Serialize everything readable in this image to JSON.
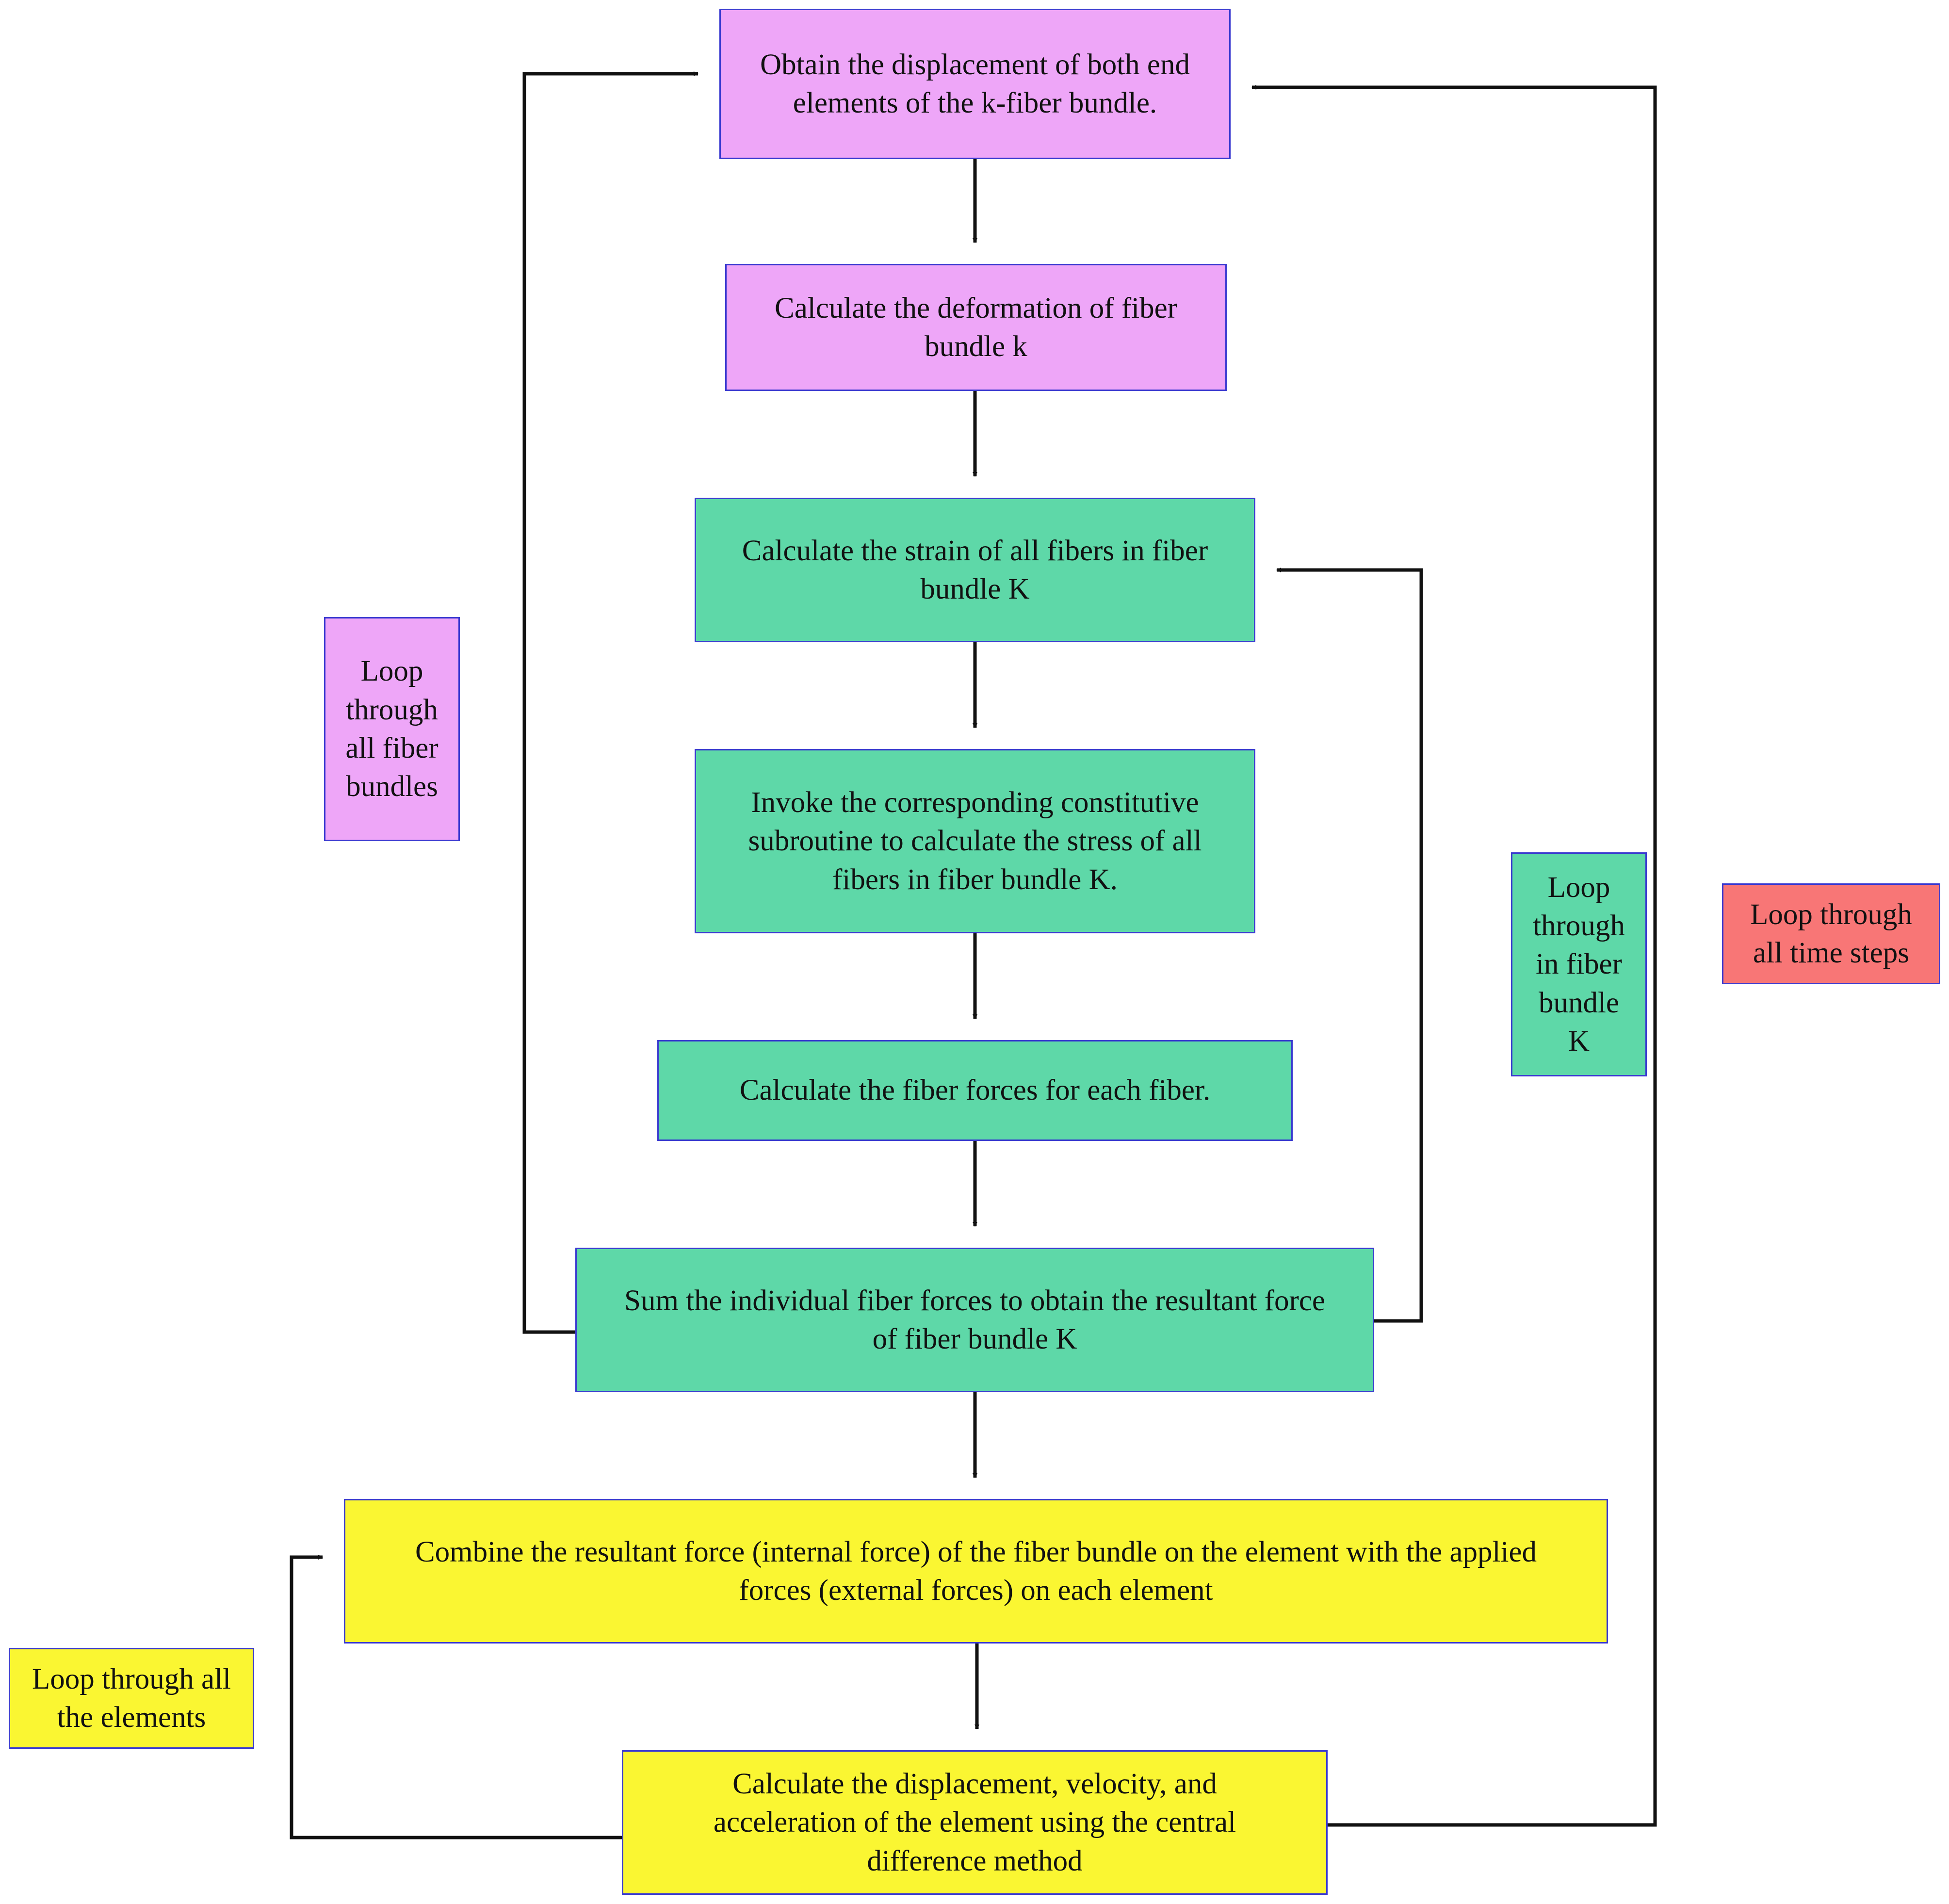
{
  "colors": {
    "pink": "#eea6f8",
    "green": "#5ed8a8",
    "yellow": "#faf632",
    "red": "#f87676",
    "border": "#3a3ad0",
    "arrow": "#111111"
  },
  "nodes": [
    {
      "id": "obtain-displacement",
      "color": "pink",
      "lines": [
        "Obtain the displacement of both end",
        "elements of the k-fiber bundle."
      ]
    },
    {
      "id": "calculate-deformation",
      "color": "pink",
      "lines": [
        "Calculate the deformation of fiber",
        "bundle k"
      ]
    },
    {
      "id": "calculate-strain",
      "color": "green",
      "lines": [
        "Calculate the strain of all fibers in fiber",
        "bundle K"
      ]
    },
    {
      "id": "invoke-constitutive",
      "color": "green",
      "lines": [
        "Invoke the corresponding constitutive",
        "subroutine to calculate the stress of all",
        "fibers in fiber bundle K."
      ]
    },
    {
      "id": "calculate-fiber-forces",
      "color": "green",
      "lines": [
        "Calculate the fiber forces for each fiber."
      ]
    },
    {
      "id": "sum-fiber-forces",
      "color": "green",
      "lines": [
        "Sum the individual fiber forces to obtain the resultant force",
        "of fiber bundle K"
      ]
    },
    {
      "id": "combine-forces",
      "color": "yellow",
      "lines": [
        "Combine the resultant force (internal force) of the fiber bundle on the element with the applied",
        "forces (external forces) on each element"
      ]
    },
    {
      "id": "central-difference",
      "color": "yellow",
      "lines": [
        "Calculate the displacement, velocity, and",
        "acceleration of the element using the central",
        "difference method"
      ]
    }
  ],
  "loop_labels": [
    {
      "id": "loop-fiber-bundles",
      "color": "pink",
      "lines": [
        "Loop",
        "through",
        "all fiber",
        "bundles"
      ]
    },
    {
      "id": "loop-fiber-bundle-k",
      "color": "green",
      "lines": [
        "Loop",
        "through",
        "in fiber",
        "bundle",
        "K"
      ]
    },
    {
      "id": "loop-time-steps",
      "color": "red",
      "lines": [
        "Loop through",
        "all time steps"
      ]
    },
    {
      "id": "loop-elements",
      "color": "yellow",
      "lines": [
        "Loop through all",
        "the elements"
      ]
    }
  ],
  "edges": [
    {
      "from": "obtain-displacement",
      "to": "calculate-deformation"
    },
    {
      "from": "calculate-deformation",
      "to": "calculate-strain"
    },
    {
      "from": "calculate-strain",
      "to": "invoke-constitutive"
    },
    {
      "from": "invoke-constitutive",
      "to": "calculate-fiber-forces"
    },
    {
      "from": "calculate-fiber-forces",
      "to": "sum-fiber-forces"
    },
    {
      "from": "sum-fiber-forces",
      "to": "combine-forces"
    },
    {
      "from": "combine-forces",
      "to": "central-difference"
    },
    {
      "from": "sum-fiber-forces",
      "to": "obtain-displacement",
      "type": "loop",
      "side": "left"
    },
    {
      "from": "sum-fiber-forces",
      "to": "calculate-strain",
      "type": "loop",
      "side": "right"
    },
    {
      "from": "central-difference",
      "to": "obtain-displacement",
      "type": "loop",
      "side": "right"
    },
    {
      "from": "central-difference",
      "to": "combine-forces",
      "type": "loop",
      "side": "left"
    }
  ]
}
